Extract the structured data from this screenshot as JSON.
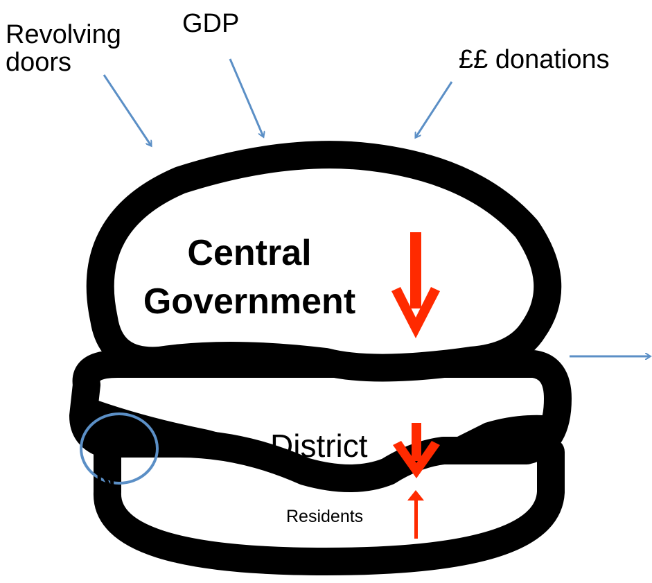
{
  "labels": {
    "revolving_doors": [
      "Revolving",
      "doors"
    ],
    "gdp": "GDP",
    "donations": "££ donations",
    "central_government": [
      "Central",
      "Government"
    ],
    "district": "District",
    "residents": "Residents",
    "pcn": [
      "PC",
      "N"
    ]
  },
  "colors": {
    "outline": "#000000",
    "blue_arrow": "#5b8fc6",
    "red_arrow": "#ff2a00",
    "pcn_ring": "#5b8fc6"
  },
  "icons": {
    "burger": "burger-icon"
  }
}
